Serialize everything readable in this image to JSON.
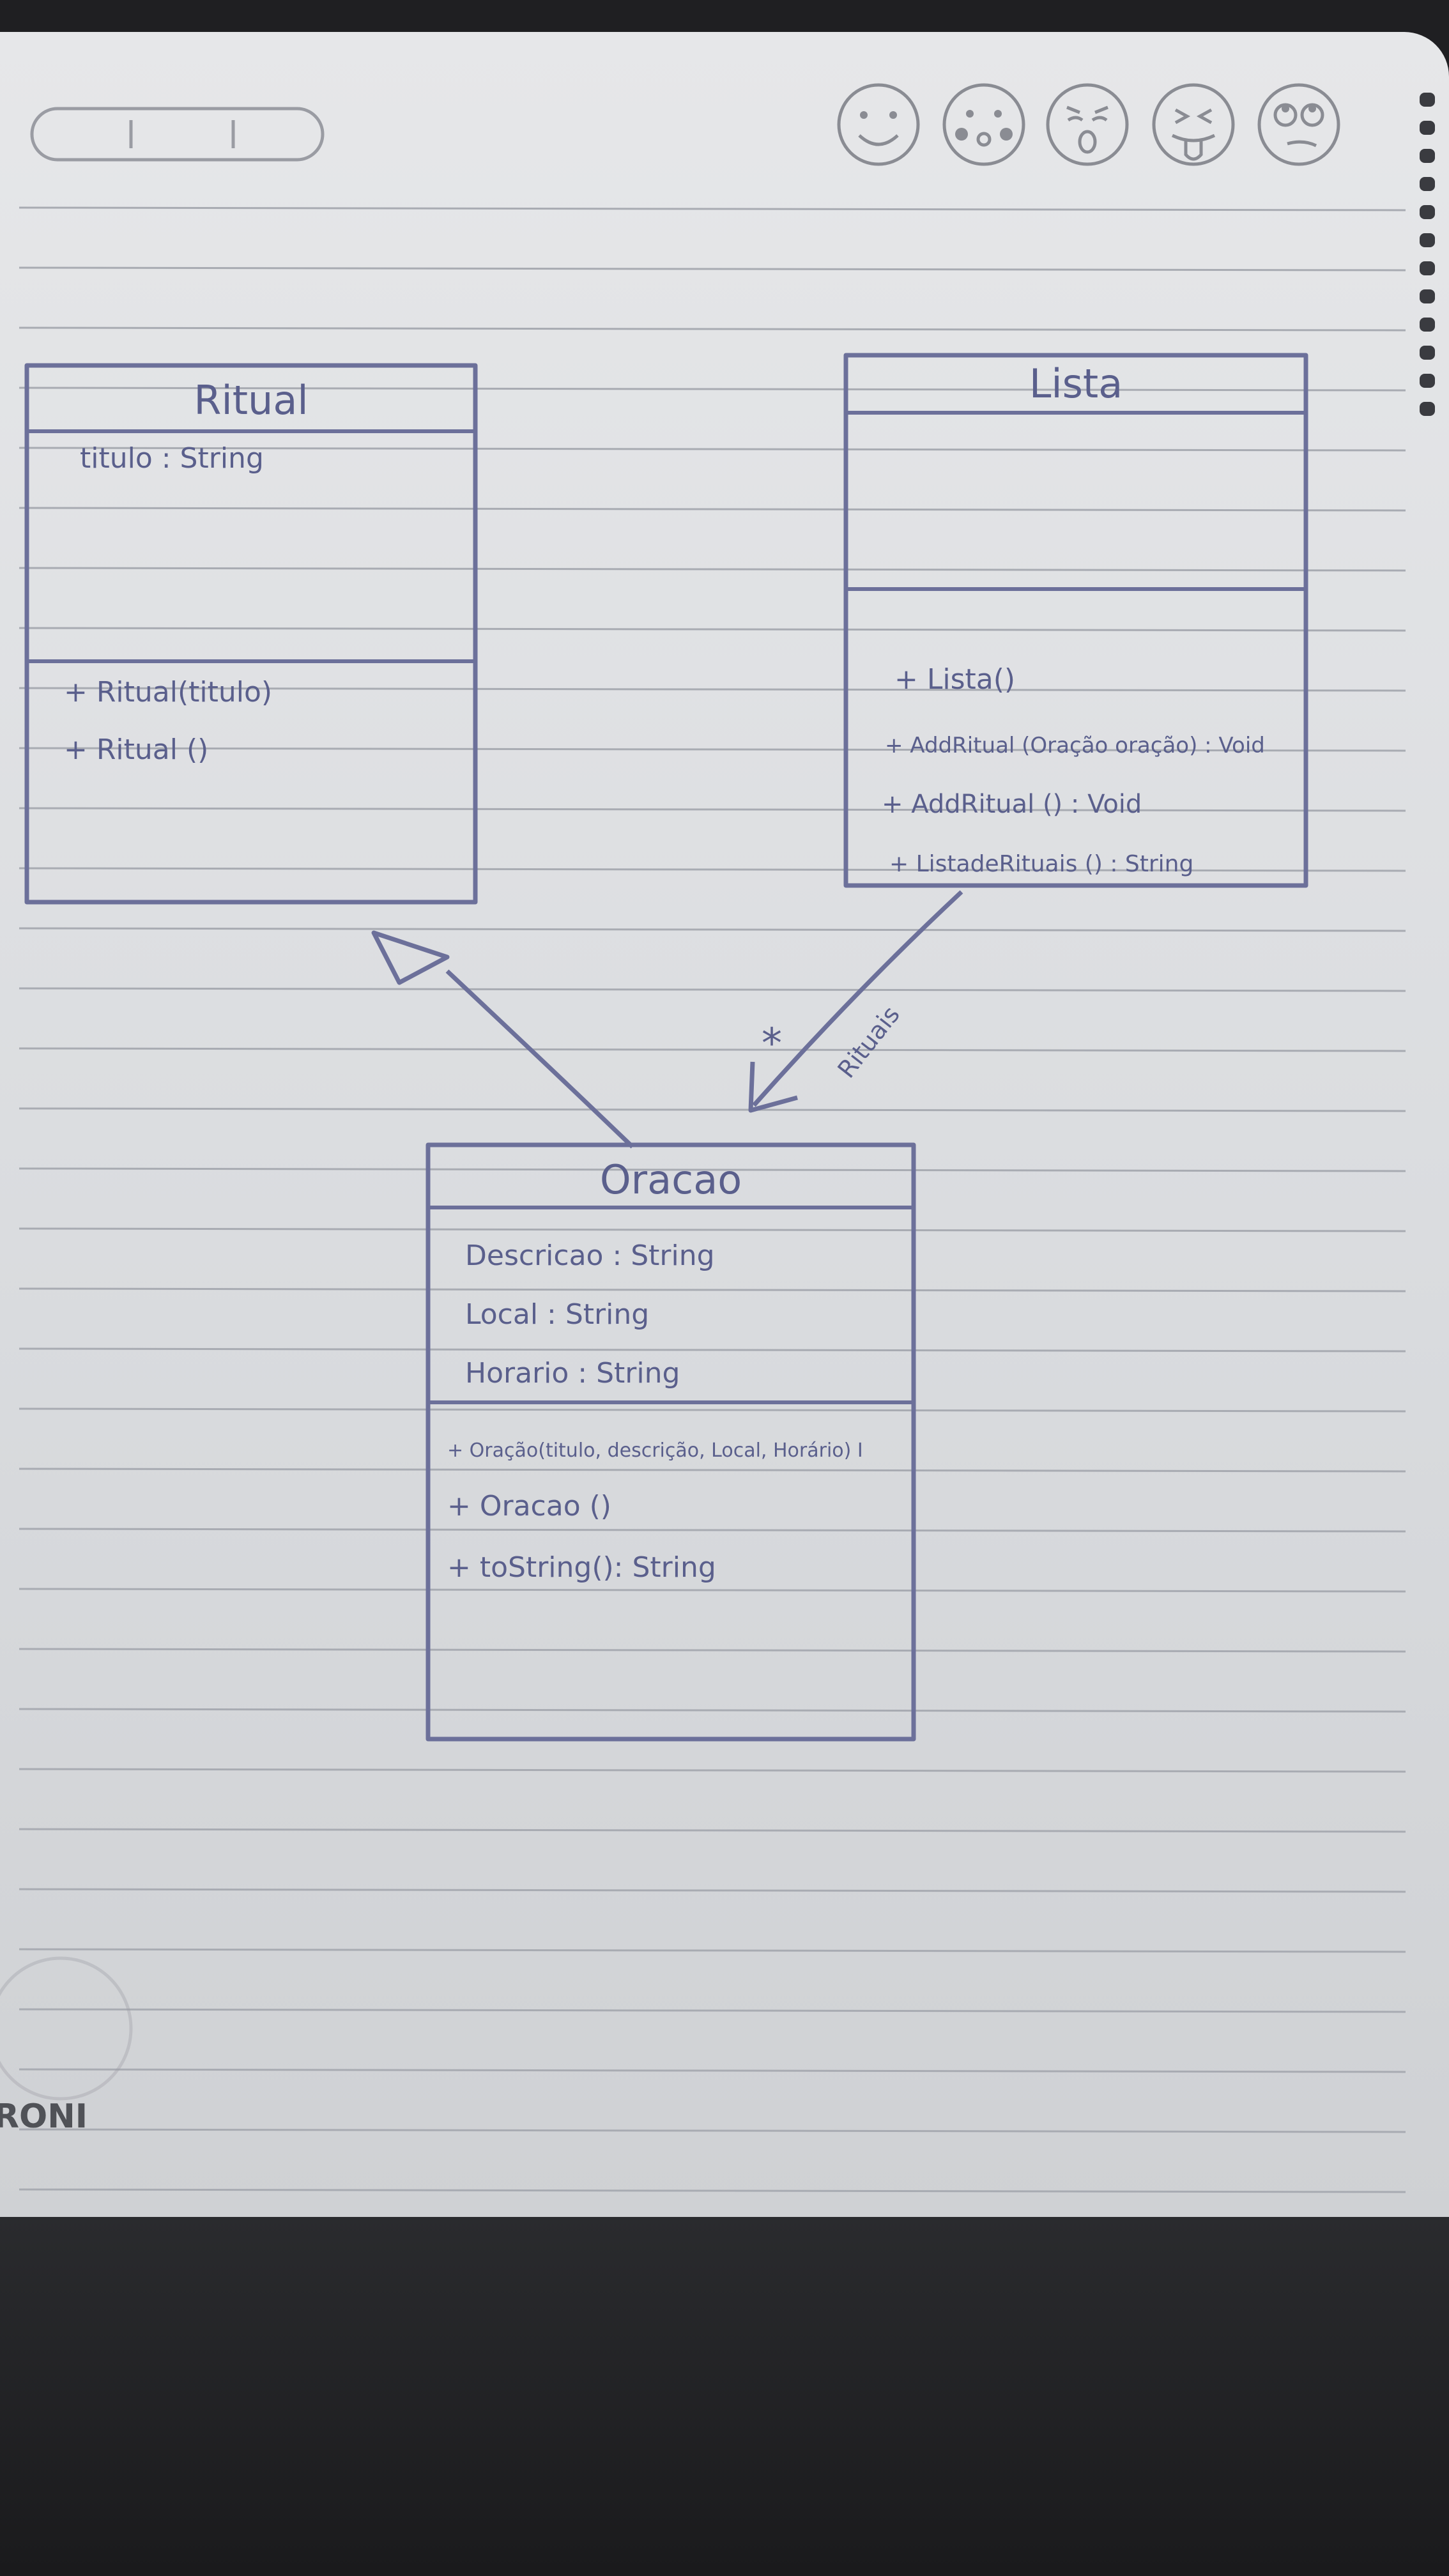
{
  "diagram": {
    "classes": [
      {
        "id": "ritual",
        "name": "Ritual",
        "attributes": [
          "titulo : String"
        ],
        "methods": [
          "+ Ritual(titulo)",
          "+ Ritual ()"
        ]
      },
      {
        "id": "lista",
        "name": "Lista",
        "attributes": [],
        "methods": [
          "+ Lista()",
          "+ AddRitual (Oração oração) : Void",
          "+ AddRitual () : Void",
          "+ ListadeRituais () : String"
        ]
      },
      {
        "id": "oracao",
        "name": "Oracao",
        "attributes": [
          "Descricao : String",
          "Local : String",
          "Horario : String"
        ],
        "methods": [
          "+ Oração(titulo, descrição, Local, Horário) I",
          "+ Oracao ()",
          "+ toString(): String"
        ]
      }
    ],
    "relations": [
      {
        "type": "generalization",
        "from": "oracao",
        "to": "ritual"
      },
      {
        "type": "association",
        "from": "lista",
        "to": "oracao",
        "multiplicity": "*",
        "label": "Rituais"
      }
    ]
  },
  "notebook": {
    "brand_partial": "RONI",
    "icons": [
      "smile-face-icon",
      "cheeks-face-icon",
      "surprised-face-icon",
      "tongue-face-icon",
      "rolling-eyes-face-icon"
    ]
  },
  "colors": {
    "ink": "#5a5f8c",
    "line": "#6c709a",
    "paper": "#e6e7e9",
    "desk": "#1f1f22"
  }
}
